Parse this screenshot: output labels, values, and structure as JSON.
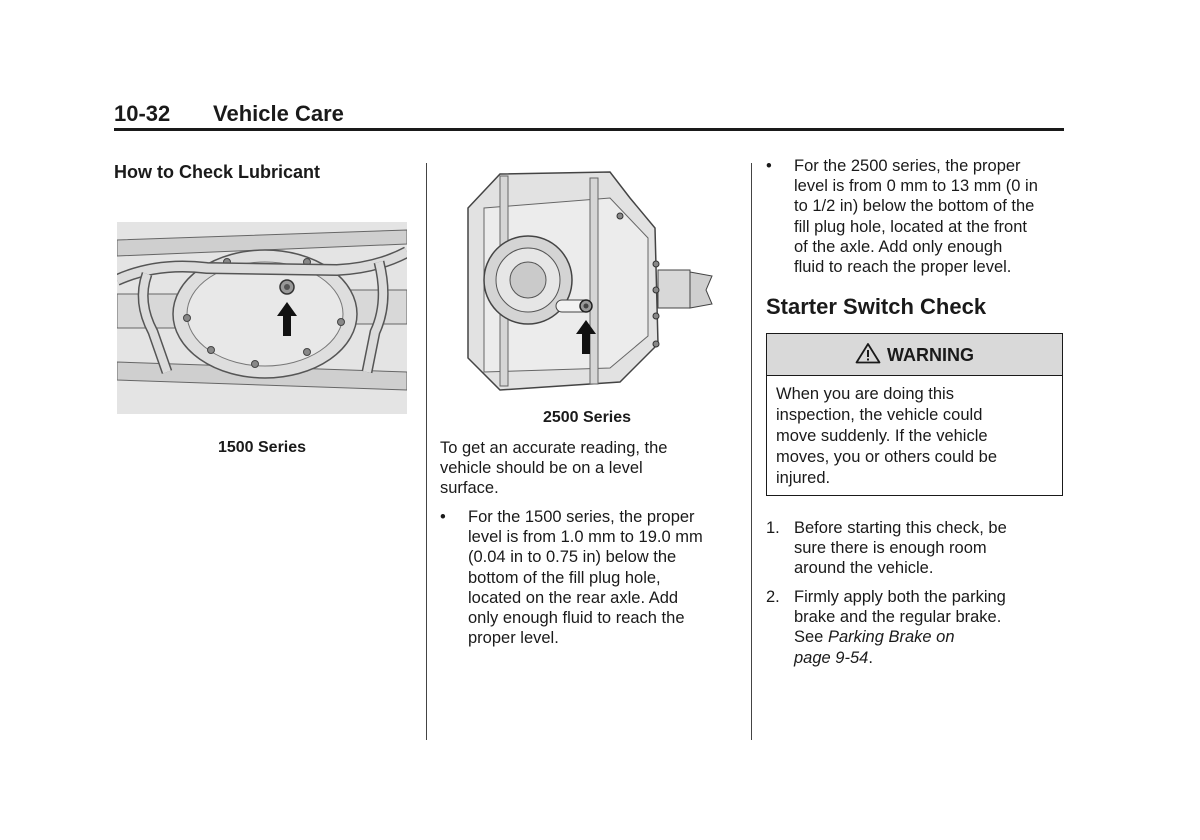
{
  "header": {
    "page_number": "10-32",
    "section_title": "Vehicle Care"
  },
  "left_column": {
    "heading": "How to Check Lubricant",
    "figure_caption": "1500 Series"
  },
  "middle_column": {
    "figure_caption": "2500 Series",
    "intro_lines": [
      "To get an accurate reading, the",
      "vehicle should be on a level",
      "surface."
    ],
    "bullet_marker": "•",
    "bullet_lines": [
      "For the 1500 series, the proper",
      "level is from 1.0 mm to 19.0 mm",
      "(0.04 in to 0.75 in) below the",
      "bottom of the fill plug hole,",
      "located on the rear axle. Add",
      "only enough fluid to reach the",
      "proper level."
    ]
  },
  "right_column": {
    "bullet_marker": "•",
    "bullet_lines": [
      "For the 2500 series, the proper",
      "level is from 0 mm to 13 mm (0 in",
      "to 1/2 in) below the bottom of the",
      "fill plug hole, located at the front",
      "of the axle. Add only enough",
      "fluid to reach the proper level."
    ],
    "heading": "Starter Switch Check",
    "warning": {
      "title": "WARNING",
      "icon": "warning-triangle-icon",
      "lines": [
        "When you are doing this",
        "inspection, the vehicle could",
        "move suddenly. If the vehicle",
        "moves, you or others could be",
        "injured."
      ]
    },
    "steps": [
      {
        "number": "1.",
        "lines": [
          "Before starting this check, be",
          "sure there is enough room",
          "around the vehicle."
        ]
      },
      {
        "number": "2.",
        "lines": [
          "Firmly apply both the parking",
          "brake and the regular brake."
        ],
        "see_prefix": "See ",
        "see_ref_line1": "Parking Brake on",
        "see_ref_line2": "page 9-54",
        "see_suffix": "."
      }
    ]
  }
}
